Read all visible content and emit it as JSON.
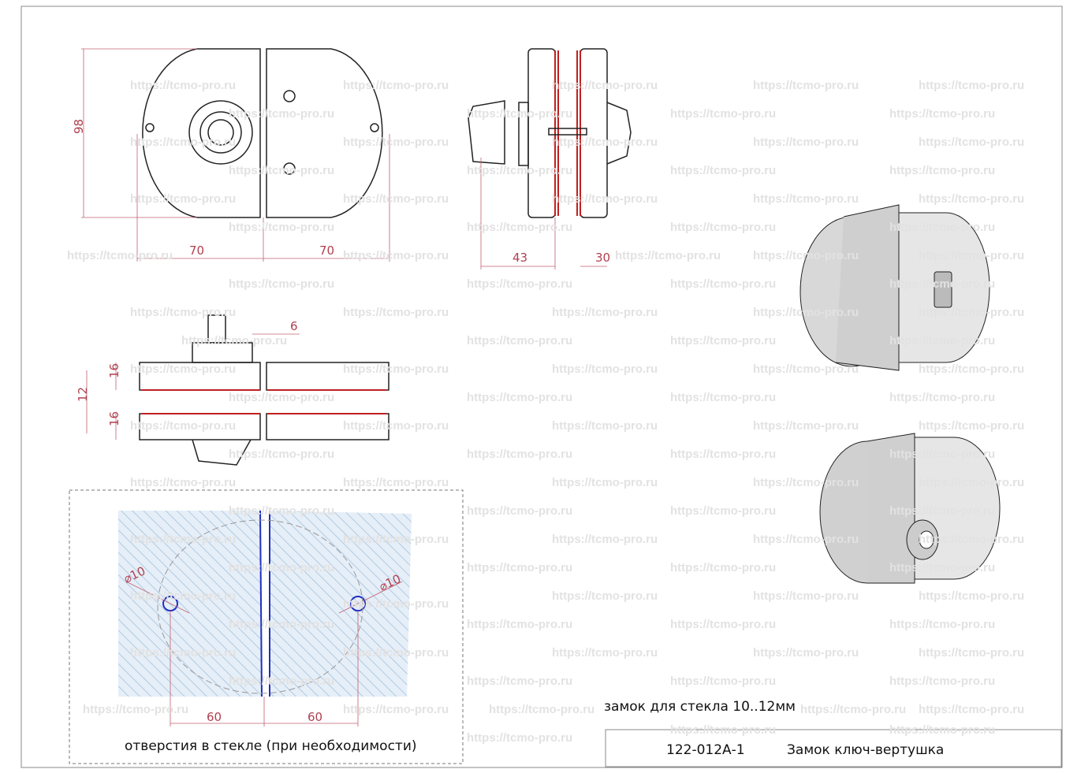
{
  "watermark": "https://tcmo-pro.ru",
  "front_view": {
    "height_dim": "98",
    "left_width_dim": "70",
    "right_width_dim": "70"
  },
  "side_view": {
    "left_dim": "43",
    "right_dim": "30"
  },
  "top_view": {
    "gap_dim": "6",
    "upper_thickness_dim": "16",
    "glass_dim": "12",
    "lower_thickness_dim": "16"
  },
  "glass_holes": {
    "left_hole_dim": "⌀10",
    "right_hole_dim": "⌀10",
    "left_spacing_dim": "60",
    "right_spacing_dim": "60",
    "caption": "отверстия в стекле (при необходимости)"
  },
  "subtitle": "замок для стекла 10..12мм",
  "title_block": {
    "code": "122-012А-1",
    "name": "Замок ключ-вертушка"
  },
  "colors": {
    "dimension": "#b04050",
    "glass_hatch": "#9cc0e0",
    "glass_fill": "#dde9f5",
    "hole": "#2030c0"
  }
}
